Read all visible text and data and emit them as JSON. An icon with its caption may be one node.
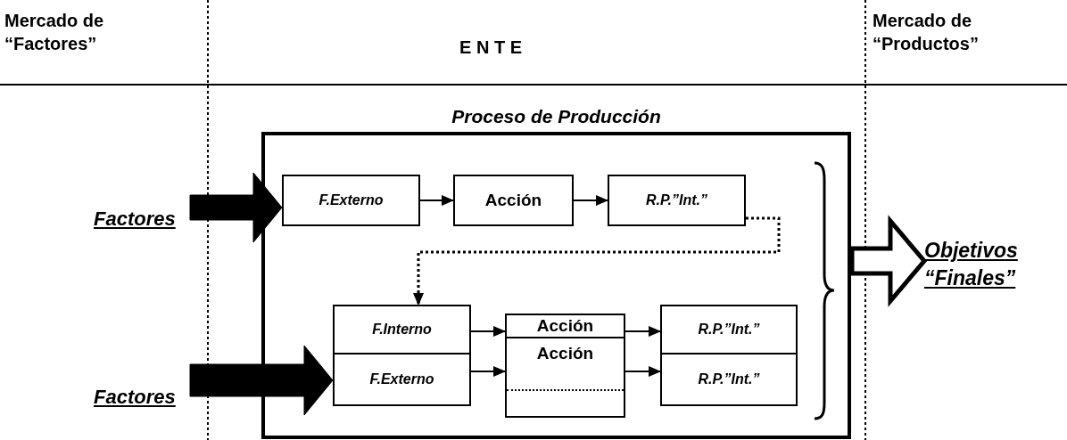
{
  "diagram": {
    "nodes": [
      {
        "text": [
          "Proceso de Producción"
        ]
      },
      {
        "text": [
          "Factores"
        ]
      },
      {
        "text": [
          "Factores"
        ]
      },
      {
        "text": [
          "F.Externo"
        ],
        "in": 0
      },
      {
        "text": [
          "Acción"
        ],
        "in": 0
      },
      {
        "text": [
          "R.P.”Int.”"
        ],
        "in": 0
      },
      {
        "text": [
          "F.Interno"
        ],
        "in": 0
      },
      {
        "text": [
          "F.Externo"
        ],
        "in": 0
      },
      {
        "text": [
          "Acción"
        ],
        "in": 0
      },
      {
        "text": [
          "Acción"
        ],
        "in": 0
      },
      {
        "text": [
          "R.P.”Int.”"
        ],
        "in": 0
      },
      {
        "text": [
          "R.P.”Int.”"
        ],
        "in": 0
      },
      {
        "text": [
          "Objetivos “Finales”"
        ]
      }
    ],
    "edges": [
      {
        "from": 1,
        "to": 3,
        "arrow": "to",
        "style": "thick"
      },
      {
        "from": 2,
        "to": 7,
        "arrow": "to",
        "style": "thick"
      },
      {
        "from": 3,
        "to": 4,
        "arrow": "to"
      },
      {
        "from": 4,
        "to": 5,
        "arrow": "to"
      },
      {
        "from": 5,
        "to": 6,
        "arrow": "to",
        "style": "dashed"
      },
      {
        "from": 6,
        "to": 8,
        "arrow": "to"
      },
      {
        "from": 8,
        "to": 10,
        "arrow": "to"
      },
      {
        "from": 7,
        "to": 9,
        "arrow": "to"
      },
      {
        "from": 9,
        "to": 11,
        "arrow": "to"
      },
      {
        "from": 0,
        "to": 12,
        "arrow": "to",
        "style": "thick"
      }
    ],
    "labels": [
      "Mercado de “Factores”",
      "E N T E",
      "Mercado de “Productos”"
    ]
  }
}
